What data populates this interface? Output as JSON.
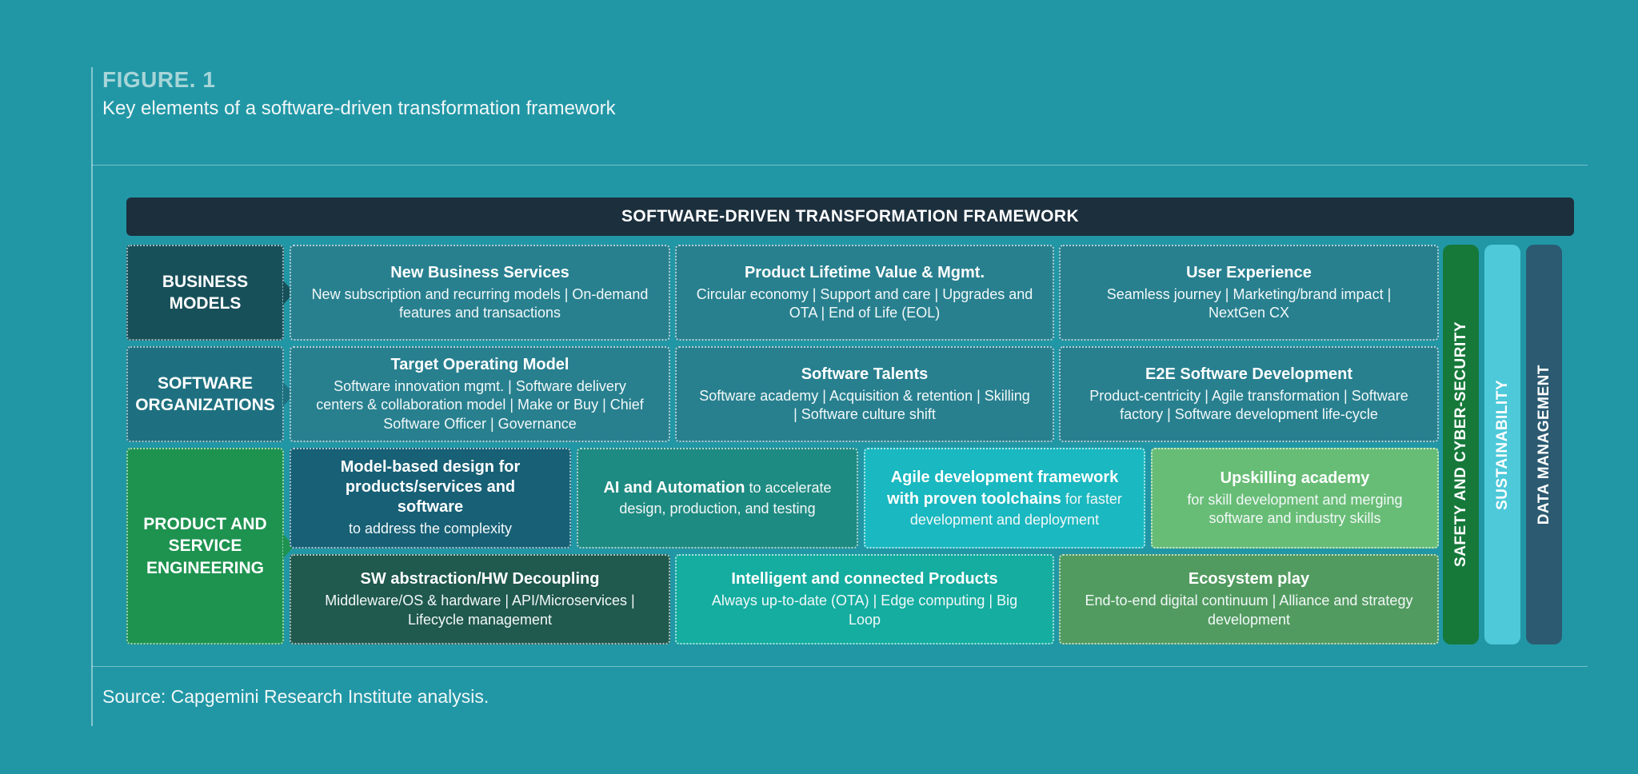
{
  "figure": {
    "label": "FIGURE. 1",
    "caption": "Key elements of a software-driven transformation framework"
  },
  "header": {
    "title": "SOFTWARE-DRIVEN TRANSFORMATION FRAMEWORK"
  },
  "rows": {
    "business_models": {
      "label": "BUSINESS MODELS",
      "boxes": [
        {
          "title": "New Business Services",
          "body": "New subscription and recurring models | On-demand features and transactions"
        },
        {
          "title": "Product Lifetime Value & Mgmt.",
          "body": "Circular economy | Support and care | Upgrades and OTA | End of Life (EOL)"
        },
        {
          "title": "User Experience",
          "body": "Seamless journey | Marketing/brand impact | NextGen CX"
        }
      ]
    },
    "software_organizations": {
      "label": "SOFTWARE ORGANIZATIONS",
      "boxes": [
        {
          "title": "Target Operating Model",
          "body": "Software innovation mgmt. | Software delivery centers & collaboration model | Make or Buy | Chief Software Officer | Governance"
        },
        {
          "title": "Software Talents",
          "body": "Software academy | Acquisition & retention | Skilling | Software culture shift"
        },
        {
          "title": "E2E Software Development",
          "body": "Product-centricity | Agile transformation | Software factory | Software development life-cycle"
        }
      ]
    },
    "product_service_engineering": {
      "label": "PRODUCT AND SERVICE ENGINEERING",
      "top_boxes": [
        {
          "title": "Model-based design for products/services and software",
          "body": "to address the complexity"
        },
        {
          "title": "AI and Automation",
          "body": "to accelerate design, production, and testing"
        },
        {
          "title": "Agile development framework with proven toolchains",
          "body": "for faster development and deployment"
        },
        {
          "title": "Upskilling academy",
          "body": "for skill development and merging software and industry skills"
        }
      ],
      "bottom_boxes": [
        {
          "title": "SW abstraction/HW Decoupling",
          "body": "Middleware/OS & hardware | API/Microservices | Lifecycle management"
        },
        {
          "title": "Intelligent and connected Products",
          "body": "Always up-to-date (OTA) | Edge computing | Big Loop"
        },
        {
          "title": "Ecosystem play",
          "body": "End-to-end digital continuum | Alliance and strategy development"
        }
      ]
    }
  },
  "pillars": [
    {
      "label": "SAFETY AND CYBER-SECURITY",
      "color": "#16793a"
    },
    {
      "label": "SUSTAINABILITY",
      "color": "#4ec9d9"
    },
    {
      "label": "DATA MANAGEMENT",
      "color": "#2b5a71"
    }
  ],
  "source": "Source: Capgemini Research Institute analysis.",
  "colors": {
    "background": "#2197a6",
    "header_bar": "#1c2f3d",
    "business_models_label": "#18505a",
    "software_organizations_label": "#1e7080",
    "row_box": "#28808f",
    "engineering_label": "#1e9350",
    "model_based_box": "#176076",
    "ai_automation_box": "#1e8b82",
    "agile_box": "#1ab8c0",
    "upskilling_box": "#68bd76",
    "sw_abstraction_box": "#20594e",
    "intelligent_products_box": "#14ada0",
    "ecosystem_box": "#529b60",
    "figure_label_text": "#a7d5d8"
  }
}
